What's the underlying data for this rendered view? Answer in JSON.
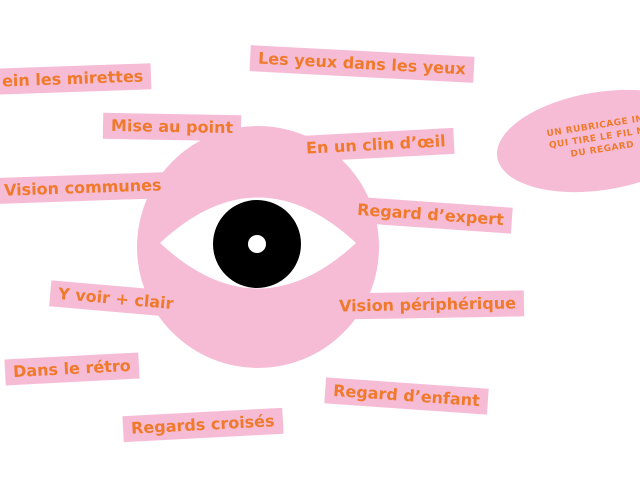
{
  "colors": {
    "label_background": "#f6bcd6",
    "label_text": "#f07a2c",
    "iris": "#f6bcd6",
    "pupil": "#000000",
    "eye_white": "#ffffff"
  },
  "labels": {
    "plein_les_mirettes": "ein les mirettes",
    "les_yeux_dans_les_yeux": "Les yeux dans les yeux",
    "mise_au_point": "Mise au point",
    "en_un_clin_doeil": "En un clin d’œil",
    "vision_communes": "Vision communes",
    "regard_dexpert": "Regard d’expert",
    "y_voir_clair": "Y voir + clair",
    "vision_peripherique": "Vision périphérique",
    "dans_le_retro": "Dans le rétro",
    "regard_denfant": "Regard d’enfant",
    "regards_croises": "Regards croisés"
  },
  "badge": {
    "line1": "UN RUBRICAGE INC",
    "line2": "QUI TIRE LE FIL NA",
    "line3": "DU REGARD"
  },
  "icons": {
    "main": "eye-icon"
  }
}
